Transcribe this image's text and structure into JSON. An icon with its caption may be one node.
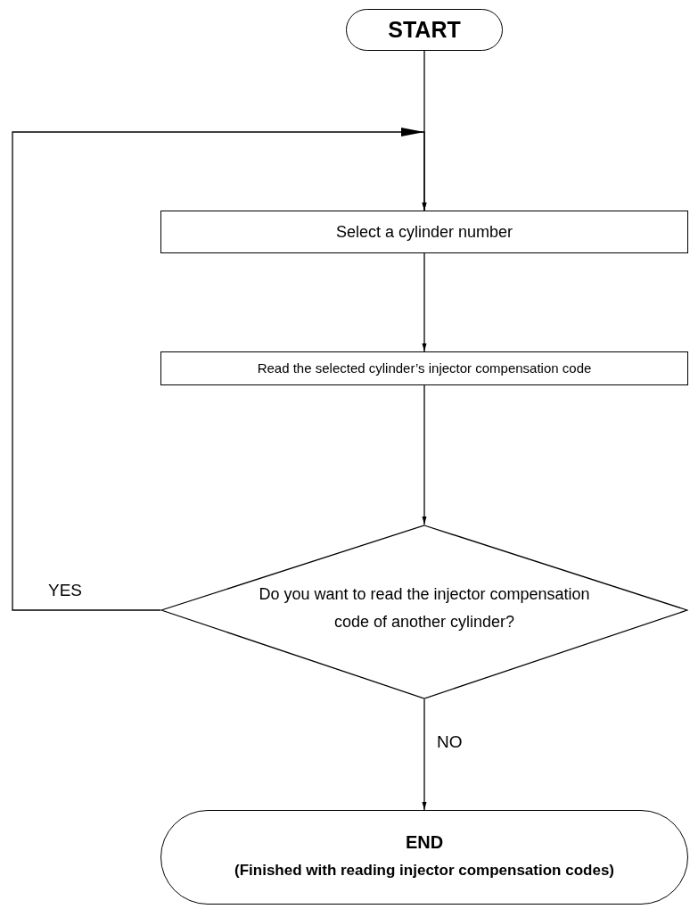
{
  "diagram": {
    "nodes": [
      {
        "text": [
          "START"
        ]
      },
      {
        "text": [
          "Select a cylinder number"
        ]
      },
      {
        "text": [
          "Read the selected cylinder’s injector compensation code"
        ]
      },
      {
        "text": [
          "Do you want to read the injector compensation code of another cylinder?"
        ]
      },
      {
        "text": [
          "END",
          "(Finished with reading injector compensation codes)"
        ]
      }
    ],
    "edges": [
      {
        "from": 0,
        "to": 1,
        "arrow": "to"
      },
      {
        "from": 1,
        "to": 2,
        "arrow": "to"
      },
      {
        "from": 2,
        "to": 3,
        "arrow": "to"
      },
      {
        "from": 3,
        "to": 1,
        "arrow": "to",
        "label": "YES"
      },
      {
        "from": 3,
        "to": 4,
        "arrow": "to",
        "label": "NO"
      }
    ]
  }
}
